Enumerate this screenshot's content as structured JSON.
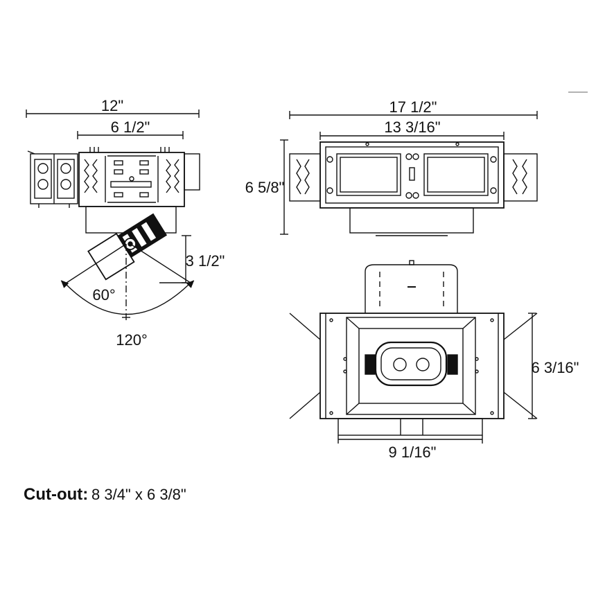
{
  "side_view": {
    "overall_width": "12\"",
    "body_width": "6 1/2\"",
    "tilt_depth": "3 1/2\"",
    "tilt_angle": "60°",
    "swing_angle": "120°"
  },
  "top_view": {
    "overall_width": "17 1/2\"",
    "frame_width": "13 3/16\"",
    "height": "6 5/8\""
  },
  "bottom_view": {
    "depth": "6 3/16\"",
    "width": "9 1/16\""
  },
  "cutout": {
    "label": "Cut-out:",
    "value": "8 3/4\" x 6 3/8\""
  }
}
